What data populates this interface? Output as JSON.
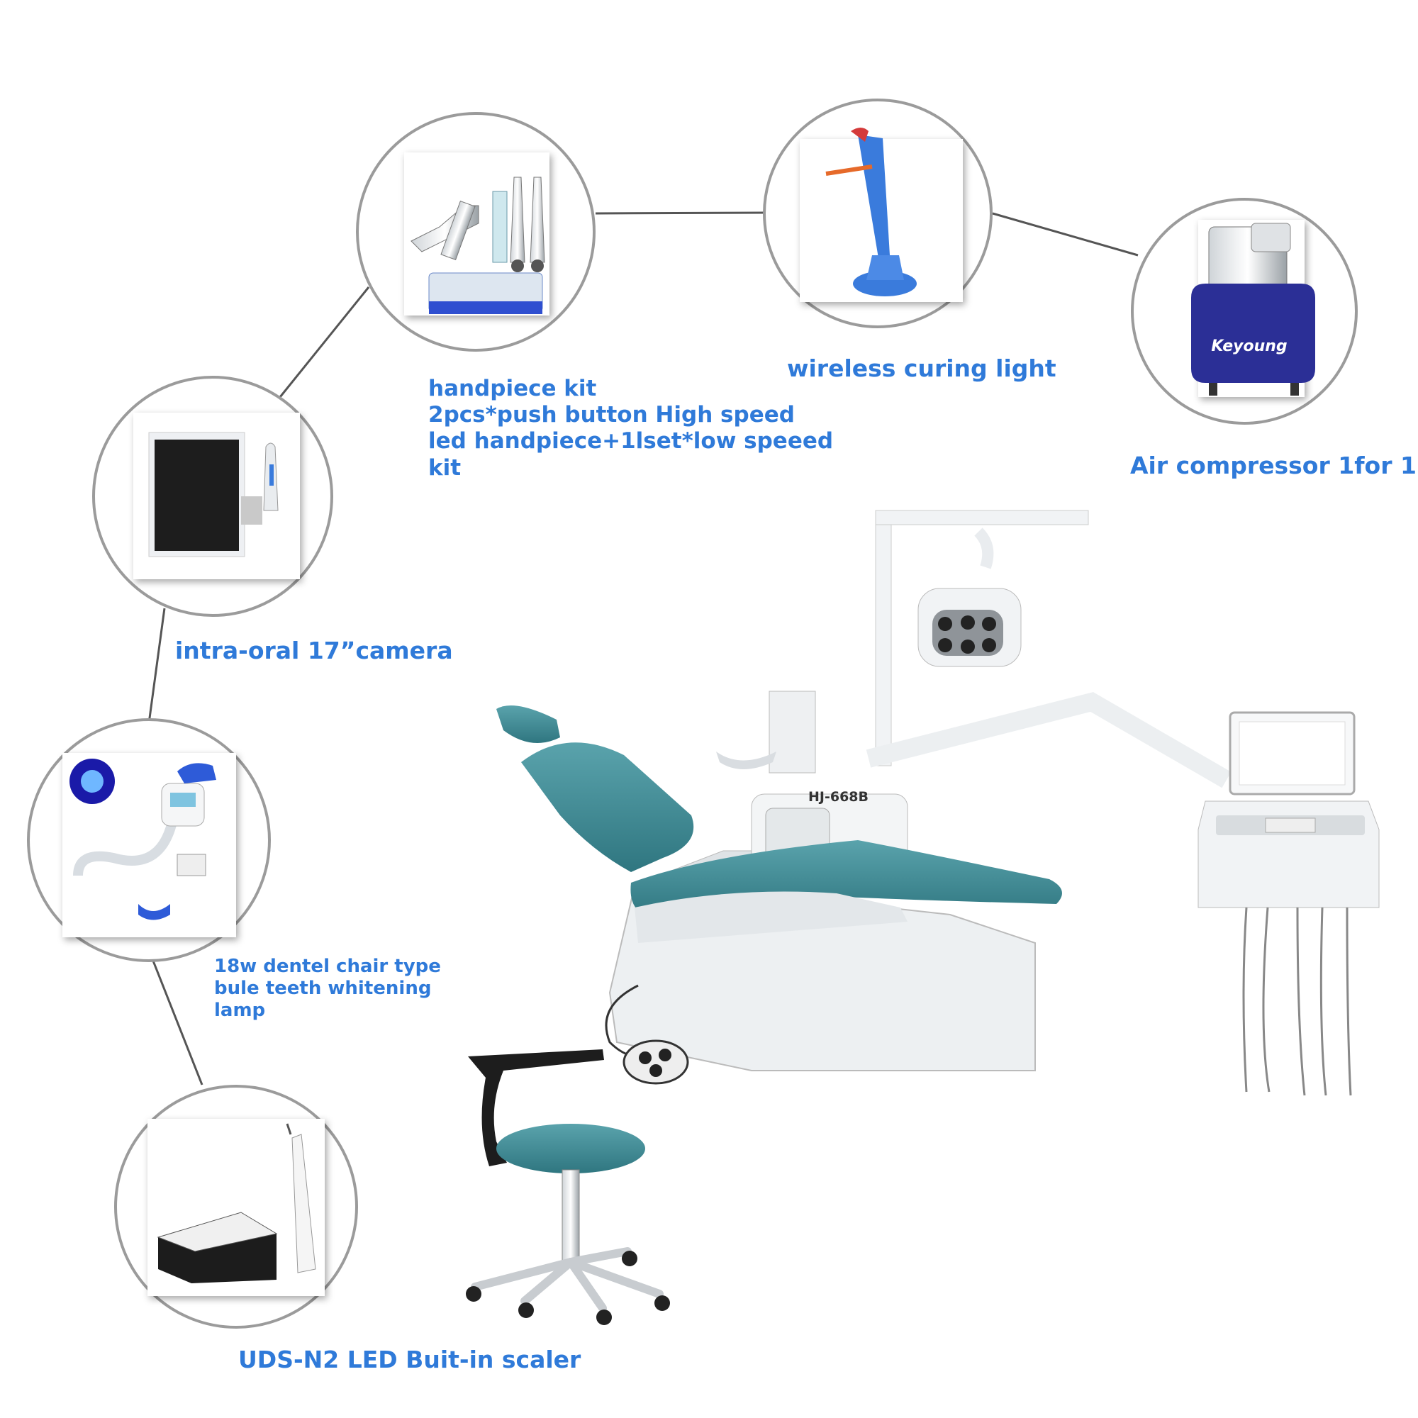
{
  "callouts": {
    "handpiece": {
      "lines": [
        "handpiece kit",
        "2pcs*push button High speed",
        "led handpiece+1lset*low speeed",
        "kit"
      ]
    },
    "curing_light": {
      "label": "wireless curing light"
    },
    "compressor": {
      "label": "Air compressor 1for 1",
      "brand_logo_text": "Keyoung"
    },
    "camera": {
      "label": "intra-oral 17”camera"
    },
    "whitening_lamp": {
      "lines": [
        "18w dentel chair type",
        "bule teeth whitening",
        "lamp"
      ]
    },
    "scaler": {
      "label": "UDS-N2 LED Buit-in scaler"
    }
  },
  "chair": {
    "model_badge": "HJ-668B"
  },
  "colors": {
    "label_blue": "#2f7ad9",
    "upholstery_teal": "#3f8a94",
    "circle_border": "#9b9b9b",
    "connector_line": "#555555",
    "equipment_white": "#f1f3f5"
  },
  "icons": [
    "handpiece-kit-image",
    "curing-light-image",
    "air-compressor-image",
    "intraoral-camera-image",
    "whitening-lamp-image",
    "scaler-image",
    "dental-chair-image",
    "dental-stool-image"
  ]
}
